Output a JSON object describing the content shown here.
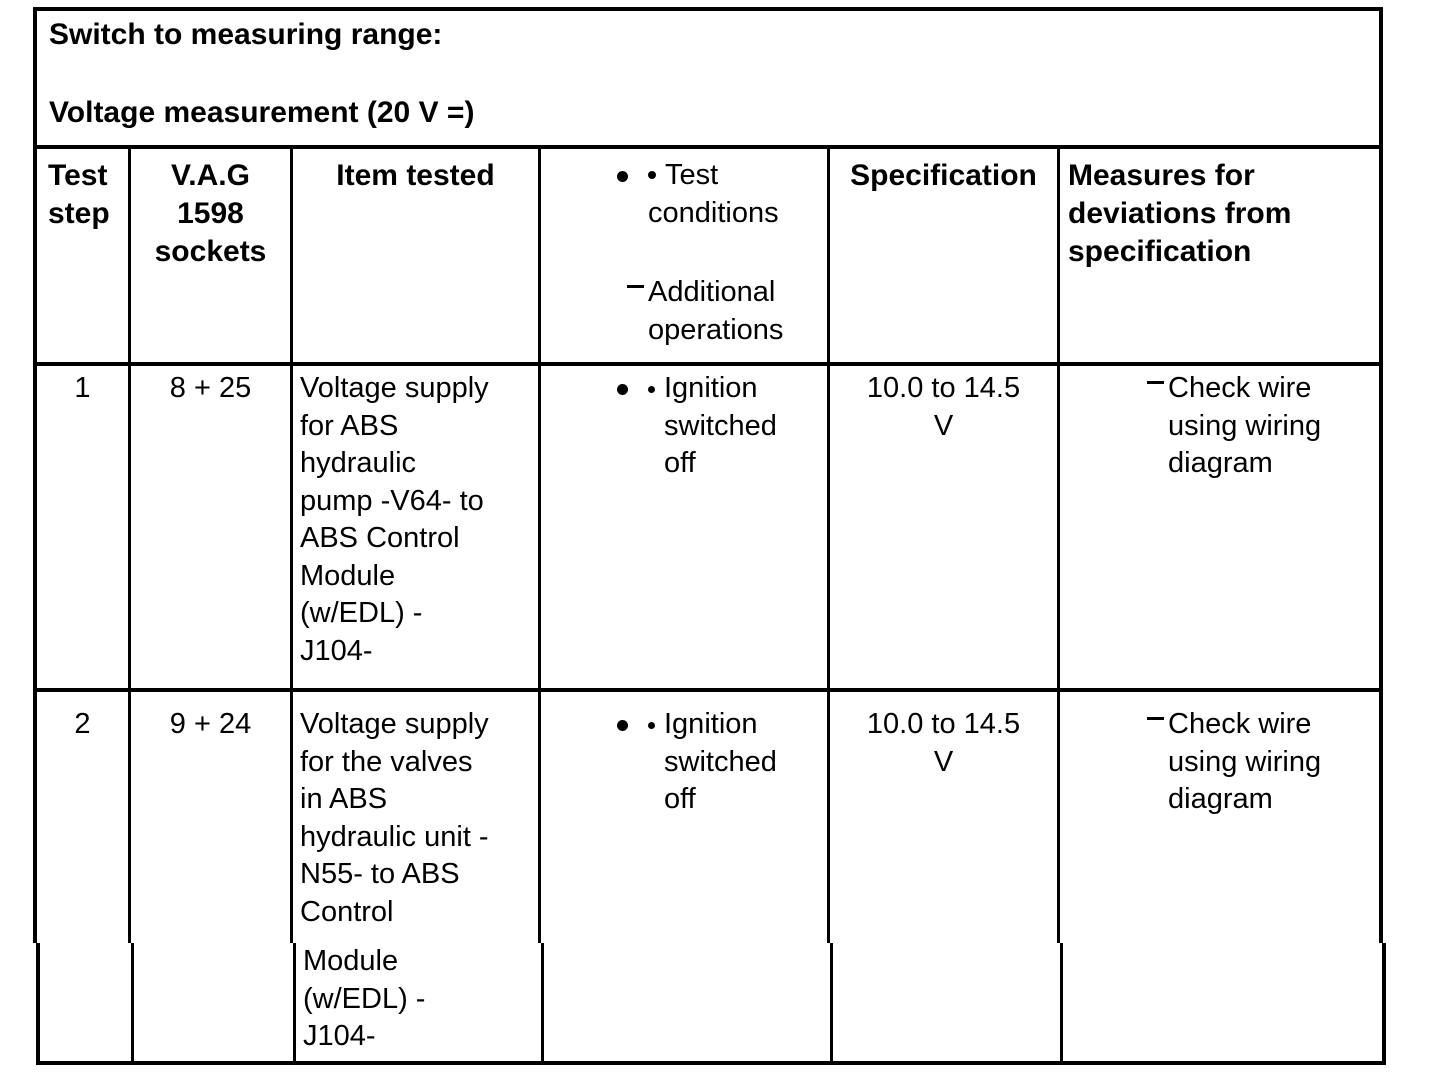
{
  "page": {
    "background_color": "#ffffff",
    "text_color": "#000000",
    "border_color": "#000000"
  },
  "title": {
    "line1": "Switch to measuring range:",
    "line2": "Voltage measurement (20 V =)"
  },
  "markers": {
    "bullet_icon": "●",
    "sub_bullet_icon": "•",
    "dash_icon": "–"
  },
  "table": {
    "headers": {
      "test_step": "Test\nstep",
      "sockets": "V.A.G\n1598\nsockets",
      "item_tested": "Item tested",
      "conditions_primary": "Test\nconditions",
      "conditions_secondary": "Additional\noperations",
      "specification": "Specification",
      "measures": "Measures for\ndeviations from\nspecification"
    },
    "rows": [
      {
        "step": "1",
        "sockets": "8 + 25",
        "item": "Voltage supply\nfor ABS\nhydraulic\npump -V64- to\nABS Control\nModule\n(w/EDL) -\nJ104-",
        "condition": "Ignition\nswitched\noff",
        "spec": "10.0 to 14.5\nV",
        "measure": "Check wire\nusing wiring\ndiagram"
      },
      {
        "step": "2",
        "sockets": "9 + 24",
        "item_top": "Voltage supply\nfor the valves\nin ABS\nhydraulic unit -\nN55- to ABS\nControl",
        "item_bottom": "Module\n(w/EDL) -\nJ104-",
        "condition": "Ignition\nswitched\noff",
        "spec": "10.0 to 14.5\nV",
        "measure": "Check wire\nusing wiring\ndiagram"
      }
    ]
  }
}
